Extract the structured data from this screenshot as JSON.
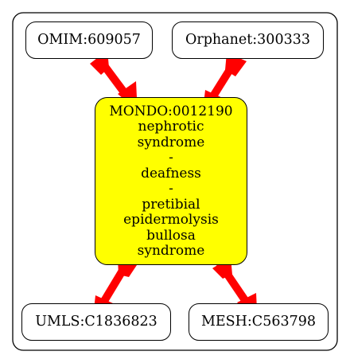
{
  "diagram": {
    "center_node": {
      "lines": [
        "MONDO:0012190",
        "nephrotic",
        "syndrome",
        "-",
        "deafness",
        "-",
        "pretibial",
        "epidermolysis",
        "bullosa",
        "syndrome"
      ],
      "fill": "#ffff00"
    },
    "nodes": {
      "omim": "OMIM:609057",
      "orphanet": "Orphanet:300333",
      "umls": "UMLS:C1836823",
      "mesh": "MESH:C563798"
    },
    "edge_color": "#ff0000",
    "border_color": "#000000"
  }
}
